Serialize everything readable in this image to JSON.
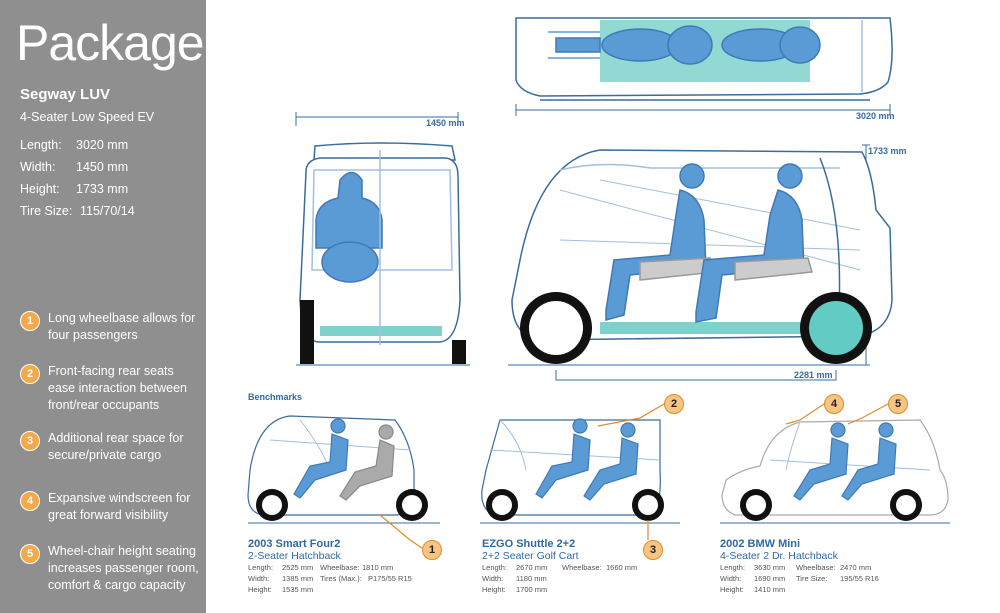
{
  "sidebar": {
    "title": "Package",
    "model": "Segway LUV",
    "subtitle": "4-Seater Low Speed EV",
    "specs": [
      {
        "label": "Length:",
        "value": "3020 mm"
      },
      {
        "label": "Width:",
        "value": "1450 mm"
      },
      {
        "label": "Height:",
        "value": "1733 mm"
      },
      {
        "label": "Tire Size:",
        "value": "115/70/14"
      }
    ],
    "notes": [
      {
        "num": "1",
        "text": "Long wheelbase allows for four passengers"
      },
      {
        "num": "2",
        "text": "Front-facing rear seats ease interaction between front/rear occupants"
      },
      {
        "num": "3",
        "text": "Additional rear space for secure/private cargo"
      },
      {
        "num": "4",
        "text": "Expansive windscreen for great forward visibility"
      },
      {
        "num": "5",
        "text": "Wheel-chair height seating increases passenger room, comfort & cargo capacity"
      }
    ]
  },
  "dimensions": {
    "length": "3020 mm",
    "width": "1450 mm",
    "height": "1733 mm",
    "wheelbase": "2281 mm"
  },
  "benchmarks": {
    "heading": "Benchmarks",
    "cars": [
      {
        "title": "2003 Smart Four2",
        "subtitle": "2-Seater Hatchback",
        "specs": [
          {
            "label": "Length:",
            "value": "2525 mm"
          },
          {
            "label": "Width:",
            "value": "1385 mm"
          },
          {
            "label": "Height:",
            "value": "1535 mm"
          },
          {
            "label": "Wheelbase:",
            "value": "1810 mm"
          },
          {
            "label": "Tires (Max.):",
            "value": "P175/55 R15"
          }
        ]
      },
      {
        "title": "EZGO Shuttle 2+2",
        "subtitle": "2+2 Seater Golf Cart",
        "specs": [
          {
            "label": "Length:",
            "value": "2670 mm"
          },
          {
            "label": "Width:",
            "value": "1180 mm"
          },
          {
            "label": "Height:",
            "value": "1700 mm"
          },
          {
            "label": "Wheelbase:",
            "value": "1660 mm"
          }
        ]
      },
      {
        "title": "2002 BMW Mini",
        "subtitle": "4-Seater 2 Dr. Hatchback",
        "specs": [
          {
            "label": "Length:",
            "value": "3630 mm"
          },
          {
            "label": "Width:",
            "value": "1690 mm"
          },
          {
            "label": "Height:",
            "value": "1410 mm"
          },
          {
            "label": "Wheelbase:",
            "value": "2470 mm"
          },
          {
            "label": "Tire Size:",
            "value": "195/55 R16"
          }
        ]
      }
    ],
    "callouts": [
      "1",
      "2",
      "3",
      "4",
      "5"
    ]
  },
  "colors": {
    "sidebar": "#8f8f8f",
    "badge": "#f4a94a",
    "line": "#3a6c9c",
    "body": "#5b9bd5",
    "floor": "#62cbc4"
  }
}
